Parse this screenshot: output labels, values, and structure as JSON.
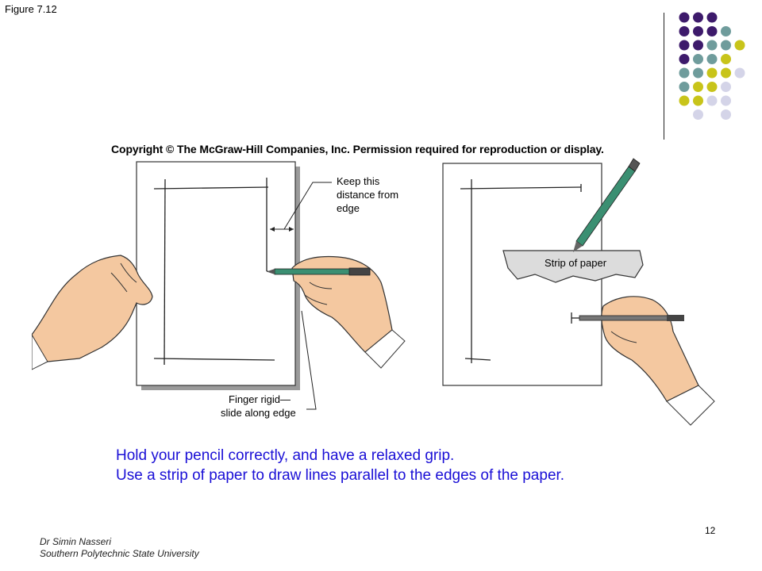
{
  "figure_label": "Figure 7.12",
  "copyright": "Copyright © The McGraw-Hill Companies, Inc. Permission required for reproduction or display.",
  "illustration": {
    "callout_distance": [
      "Keep this",
      "distance from",
      "edge"
    ],
    "callout_finger": [
      "Finger rigid—",
      "slide along edge"
    ],
    "strip_label": "Strip of paper"
  },
  "caption": {
    "line1": "Hold your pencil correctly, and have a relaxed grip.",
    "line2": "Use a strip of paper to draw lines parallel to the edges of the paper."
  },
  "page_number": "12",
  "footer": {
    "author": "Dr Simin Nasseri",
    "institution": "Southern Polytechnic State University"
  },
  "colors": {
    "purple": "#3d1a6b",
    "teal": "#6f9c9c",
    "yellow": "#c8c41a",
    "lavender": "#d4d4e8",
    "caption": "#1a0fd6",
    "skin": "#f4c8a0",
    "pencil": "#3b8f72"
  },
  "dot_grid": [
    [
      "purple",
      "purple",
      "purple",
      null,
      null
    ],
    [
      "purple",
      "purple",
      "purple",
      "teal",
      null
    ],
    [
      "purple",
      "purple",
      "teal",
      "teal",
      "yellow"
    ],
    [
      "purple",
      "teal",
      "teal",
      "yellow",
      null
    ],
    [
      "teal",
      "teal",
      "yellow",
      "yellow",
      "lavender"
    ],
    [
      "teal",
      "yellow",
      "yellow",
      "lavender",
      null
    ],
    [
      "yellow",
      "yellow",
      "lavender",
      "lavender",
      null
    ],
    [
      null,
      "lavender",
      null,
      "lavender",
      null
    ]
  ]
}
